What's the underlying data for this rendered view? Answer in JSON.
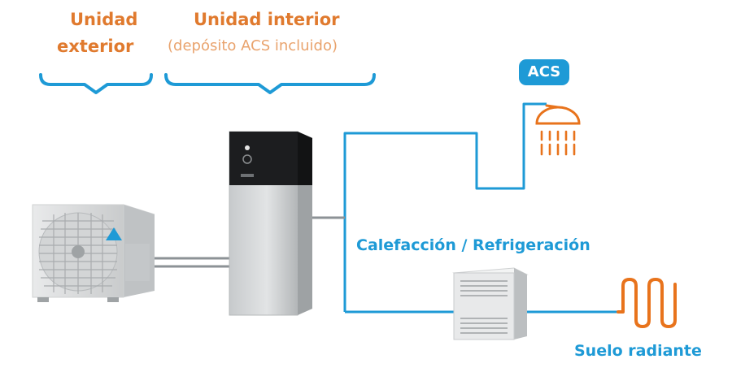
{
  "labels": {
    "outdoor_line1": "Unidad",
    "outdoor_line2": "exterior",
    "indoor_title": "Unidad interior",
    "indoor_subtitle": "(depósito ACS incluido)",
    "acs_badge": "ACS",
    "heating_cooling": "Calefacción / Refrigeración",
    "underfloor": "Suelo radiante"
  },
  "icons": {
    "outdoor_unit": "outdoor-unit-illustration",
    "indoor_unit": "indoor-tank-unit-illustration",
    "fan_coil": "fan-coil-unit-illustration",
    "shower": "shower-icon",
    "underfloor": "underfloor-coil-icon",
    "brace": "brace-pointer-icon"
  },
  "colors": {
    "accent_orange": "#e07a2e",
    "accent_orange_light": "#e9a36d",
    "pipe_blue": "#1e9ad6",
    "coil_orange": "#e8731c",
    "connector_gray": "#8c9296"
  }
}
